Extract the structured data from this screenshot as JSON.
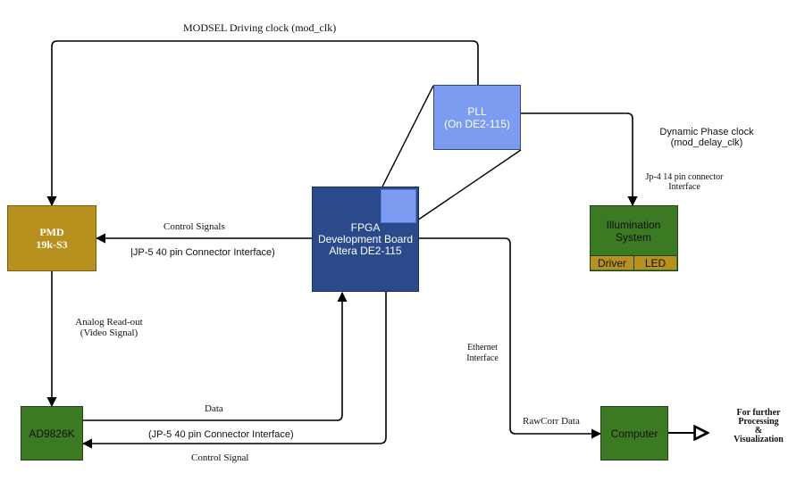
{
  "edges": {
    "modsel": "MODSEL Driving clock (mod_clk)",
    "dynamic_phase": [
      "Dynamic Phase clock",
      "(mod_delay_clk)"
    ],
    "jp4": [
      "Jp-4 14 pin connector",
      "Interface"
    ],
    "control_signals": "Control Signals",
    "jp5_top": "|JP-5 40 pin Connector Interface)",
    "analog": [
      "Analog Read-out",
      "(Video Signal)"
    ],
    "data": "Data",
    "jp5_bottom": "(JP-5 40 pin Connector Interface)",
    "control_signal": "Control Signal",
    "ethernet": [
      "Ethernet",
      "Interface"
    ],
    "rawcorr": "RawCorr Data",
    "further": [
      "For further",
      "Processing",
      "&",
      "Visualization"
    ]
  },
  "nodes": {
    "pll": [
      "PLL",
      "(On DE2-115)"
    ],
    "fpga": [
      "FPGA",
      "Development Board",
      "Altera DE2-115"
    ],
    "pmd": [
      "PMD",
      "19k-S3"
    ],
    "illumination": [
      "Illumination",
      "System"
    ],
    "driver": "Driver",
    "led": "LED",
    "ad": "AD9826K",
    "computer": "Computer"
  },
  "colors": {
    "pll": "#7b9cf0",
    "fpga": "#2b4a8c",
    "pmd": "#b8901d",
    "green": "#3b7a23"
  }
}
